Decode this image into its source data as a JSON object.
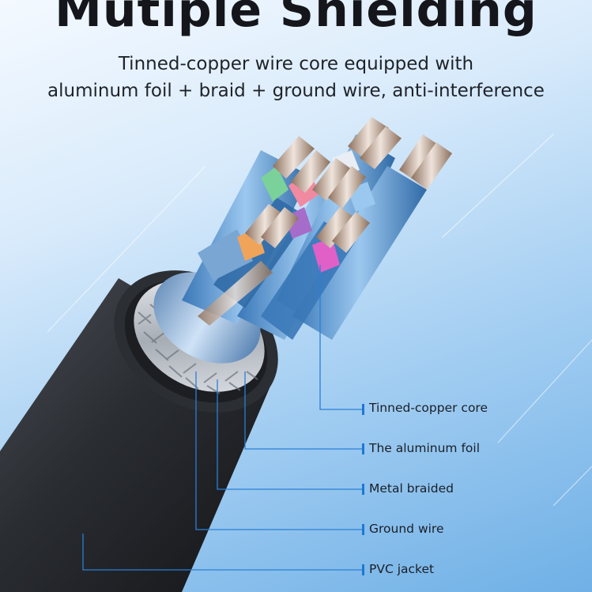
{
  "title": "Mutiple Shielding",
  "subtitle": {
    "line1": "Tinned-copper wire core equipped with",
    "line2": "aluminum foil + braid + ground wire, anti-interference"
  },
  "callouts": [
    {
      "id": "tinned-copper-core",
      "label": "Tinned-copper core"
    },
    {
      "id": "aluminum-foil",
      "label": "The aluminum foil"
    },
    {
      "id": "metal-braided",
      "label": "Metal braided"
    },
    {
      "id": "ground-wire",
      "label": "Ground wire"
    },
    {
      "id": "pvc-jacket",
      "label": "PVC jacket"
    }
  ],
  "colors": {
    "accent": "#1f78d1",
    "leader_line": "#2a7fd6",
    "jacket": "#2b2e33",
    "background_top": "#f4f9ff",
    "background_bottom": "#6fb0e6"
  }
}
